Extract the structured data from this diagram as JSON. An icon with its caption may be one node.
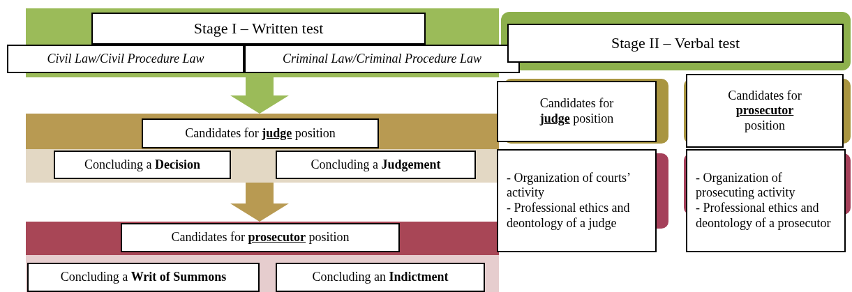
{
  "diagram": {
    "nodes": [
      {
        "text": [],
        "shape": "band"
      },
      {
        "text": [
          "Stage I – Written test"
        ],
        "in": 0
      },
      {
        "text": [
          "Civil Law/Civil Procedure Law"
        ]
      },
      {
        "text": [
          "Criminal Law/Criminal Procedure Law"
        ]
      },
      {
        "text": [],
        "shape": "band"
      },
      {
        "text": [
          "Candidates for **judge** position"
        ],
        "in": 4
      },
      {
        "text": [],
        "shape": "band"
      },
      {
        "text": [
          "Concluding a **Decision**"
        ],
        "in": 6
      },
      {
        "text": [
          "Concluding a **Judgement**"
        ],
        "in": 6
      },
      {
        "text": [],
        "shape": "band"
      },
      {
        "text": [
          "Candidates for **prosecutor** position"
        ],
        "in": 9
      },
      {
        "text": [],
        "shape": "band"
      },
      {
        "text": [
          "Concluding a **Writ of Summons**"
        ],
        "in": 11
      },
      {
        "text": [
          "Concluding an **Indictment**"
        ],
        "in": 11
      },
      {
        "text": [],
        "shape": "band"
      },
      {
        "text": [
          "Stage II – Verbal test"
        ],
        "in": 14
      },
      {
        "text": [
          "Candidates for **judge** position"
        ]
      },
      {
        "text": [
          "Candidates for **prosecutor** position"
        ]
      },
      {
        "text": [
          "- Organization of courts’ activity",
          "- Professional ethics and deontology of a judge"
        ]
      },
      {
        "text": [
          "- Organization of prosecuting activity",
          "- Professional ethics and deontology of a prosecutor"
        ]
      }
    ],
    "edges": [
      {
        "from": 0,
        "to": 4,
        "arrow": "to",
        "color": "#9bbb59"
      },
      {
        "from": 6,
        "to": 9,
        "arrow": "to",
        "color": "#b89a52"
      }
    ]
  }
}
